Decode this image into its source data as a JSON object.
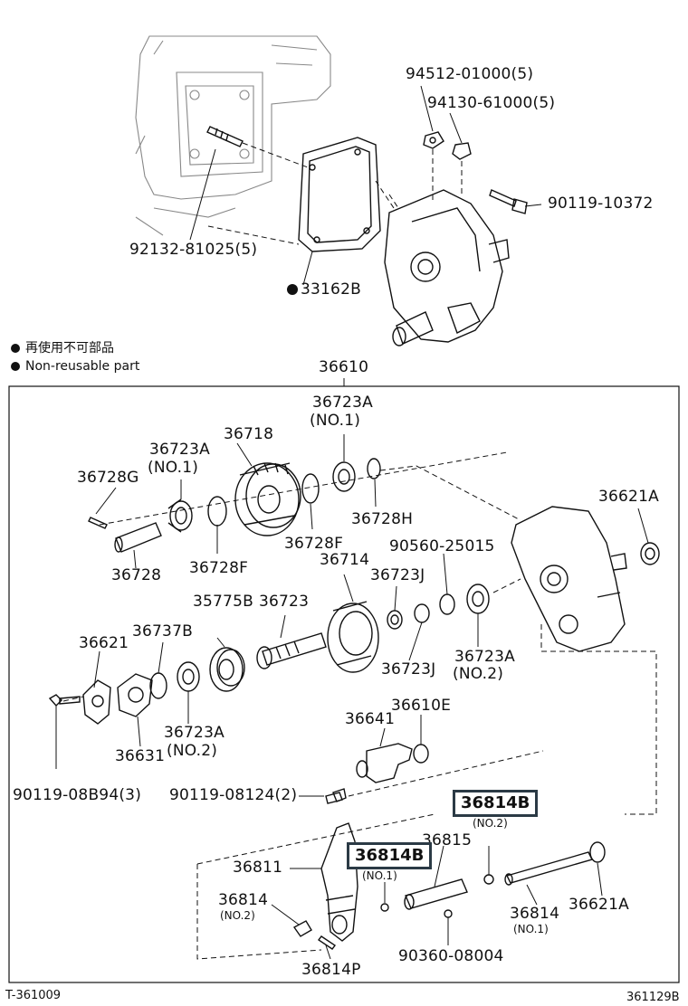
{
  "legend": {
    "jp": "再使用不可部品",
    "en": "Non-reusable part"
  },
  "labels": {
    "p94512": "94512-01000(5)",
    "p94130": "94130-61000(5)",
    "p90119a": "90119-10372",
    "p92132": "92132-81025(5)",
    "p33162": "33162B",
    "p36610": "36610",
    "p36723A_top": "36723A",
    "p36723A_top_no": "(NO.1)",
    "p36718": "36718",
    "p36723A_left": "36723A",
    "p36723A_left_no": "(NO.1)",
    "p36728G": "36728G",
    "p36621A_top": "36621A",
    "p36728H": "36728H",
    "p36728F_a": "36728F",
    "p36728": "36728",
    "p36728F_b": "36728F",
    "p90560": "90560-25015",
    "p36714": "36714",
    "p36723J_a": "36723J",
    "p35775B": "35775B",
    "p36723": "36723",
    "p36621": "36621",
    "p36737B": "36737B",
    "p36723J_b": "36723J",
    "p36723A_mid": "36723A",
    "p36723A_mid_no": "(NO.2)",
    "p36723A_bot": "36723A",
    "p36723A_bot_no": "(NO.2)",
    "p36631": "36631",
    "p36641": "36641",
    "p36610E": "36610E",
    "p90119b": "90119-08B94(3)",
    "p90119c": "90119-08124(2)",
    "p36814B_a": "36814B",
    "p36814B_a_no": "(NO.2)",
    "p36815": "36815",
    "p36811": "36811",
    "p36814B_b": "36814B",
    "p36814B_b_no": "(NO.1)",
    "p36814_a": "36814",
    "p36814_a_no": "(NO.2)",
    "p36814_b": "36814",
    "p36814_b_no": "(NO.1)",
    "p36621A_bot": "36621A",
    "p90360": "90360-08004",
    "p36814P": "36814P"
  },
  "footer": {
    "left_code": "T-361009",
    "right_code": "361129B"
  },
  "colors": {
    "highlight_border": "#2b3a45",
    "line": "#111111"
  }
}
